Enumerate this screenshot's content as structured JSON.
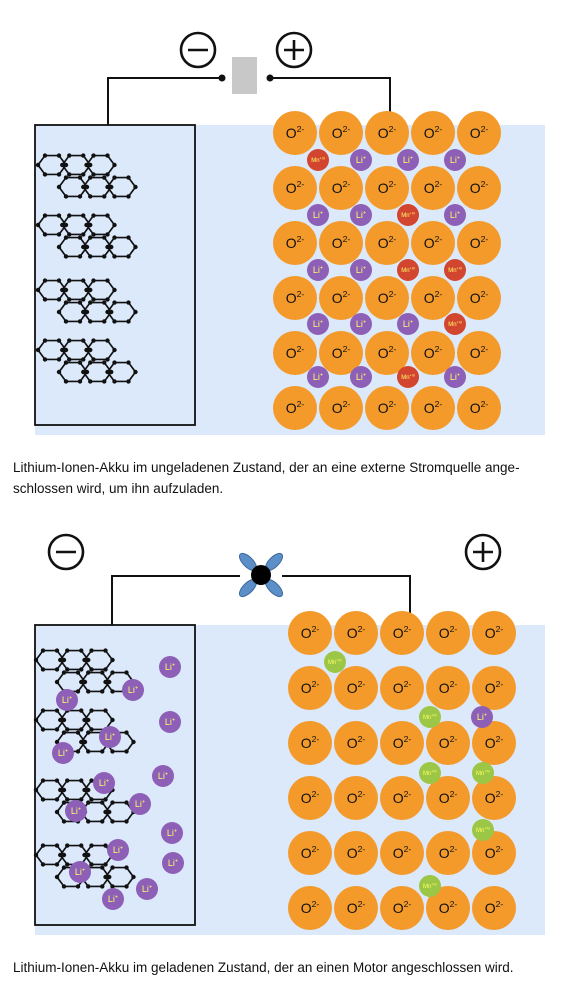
{
  "panels": [
    {
      "id": "uncharged",
      "caption": "Lithium-Ionen-Akku im ungeladenen Zustand, der an eine externe Stromquelle ange-schlossen wird, um ihn aufzuladen.",
      "minus_symbol": "−",
      "plus_symbol": "+",
      "oxygen_label": "O",
      "oxygen_charge": "2-",
      "lithium_label": "Li",
      "lithium_charge": "+",
      "manganese_label": "Mn",
      "manganese_charge": "+III",
      "colors": {
        "oxygen": "#f39a2b",
        "lithium": "#8d5fb6",
        "manganese": "#d2452f",
        "background": "#dbe9fb"
      }
    },
    {
      "id": "charged",
      "caption": "Lithium-Ionen-Akku im geladenen Zustand, der an einen Motor angeschlossen wird.",
      "minus_symbol": "−",
      "plus_symbol": "+",
      "oxygen_label": "O",
      "oxygen_charge": "2-",
      "lithium_label": "Li",
      "lithium_charge": "+",
      "manganese_label": "Mn",
      "manganese_charge": "+IV",
      "colors": {
        "oxygen": "#f39a2b",
        "lithium": "#8d5fb6",
        "manganese": "#9cc646",
        "motor": "#5c8fc8",
        "background": "#dbe9fb"
      }
    }
  ]
}
